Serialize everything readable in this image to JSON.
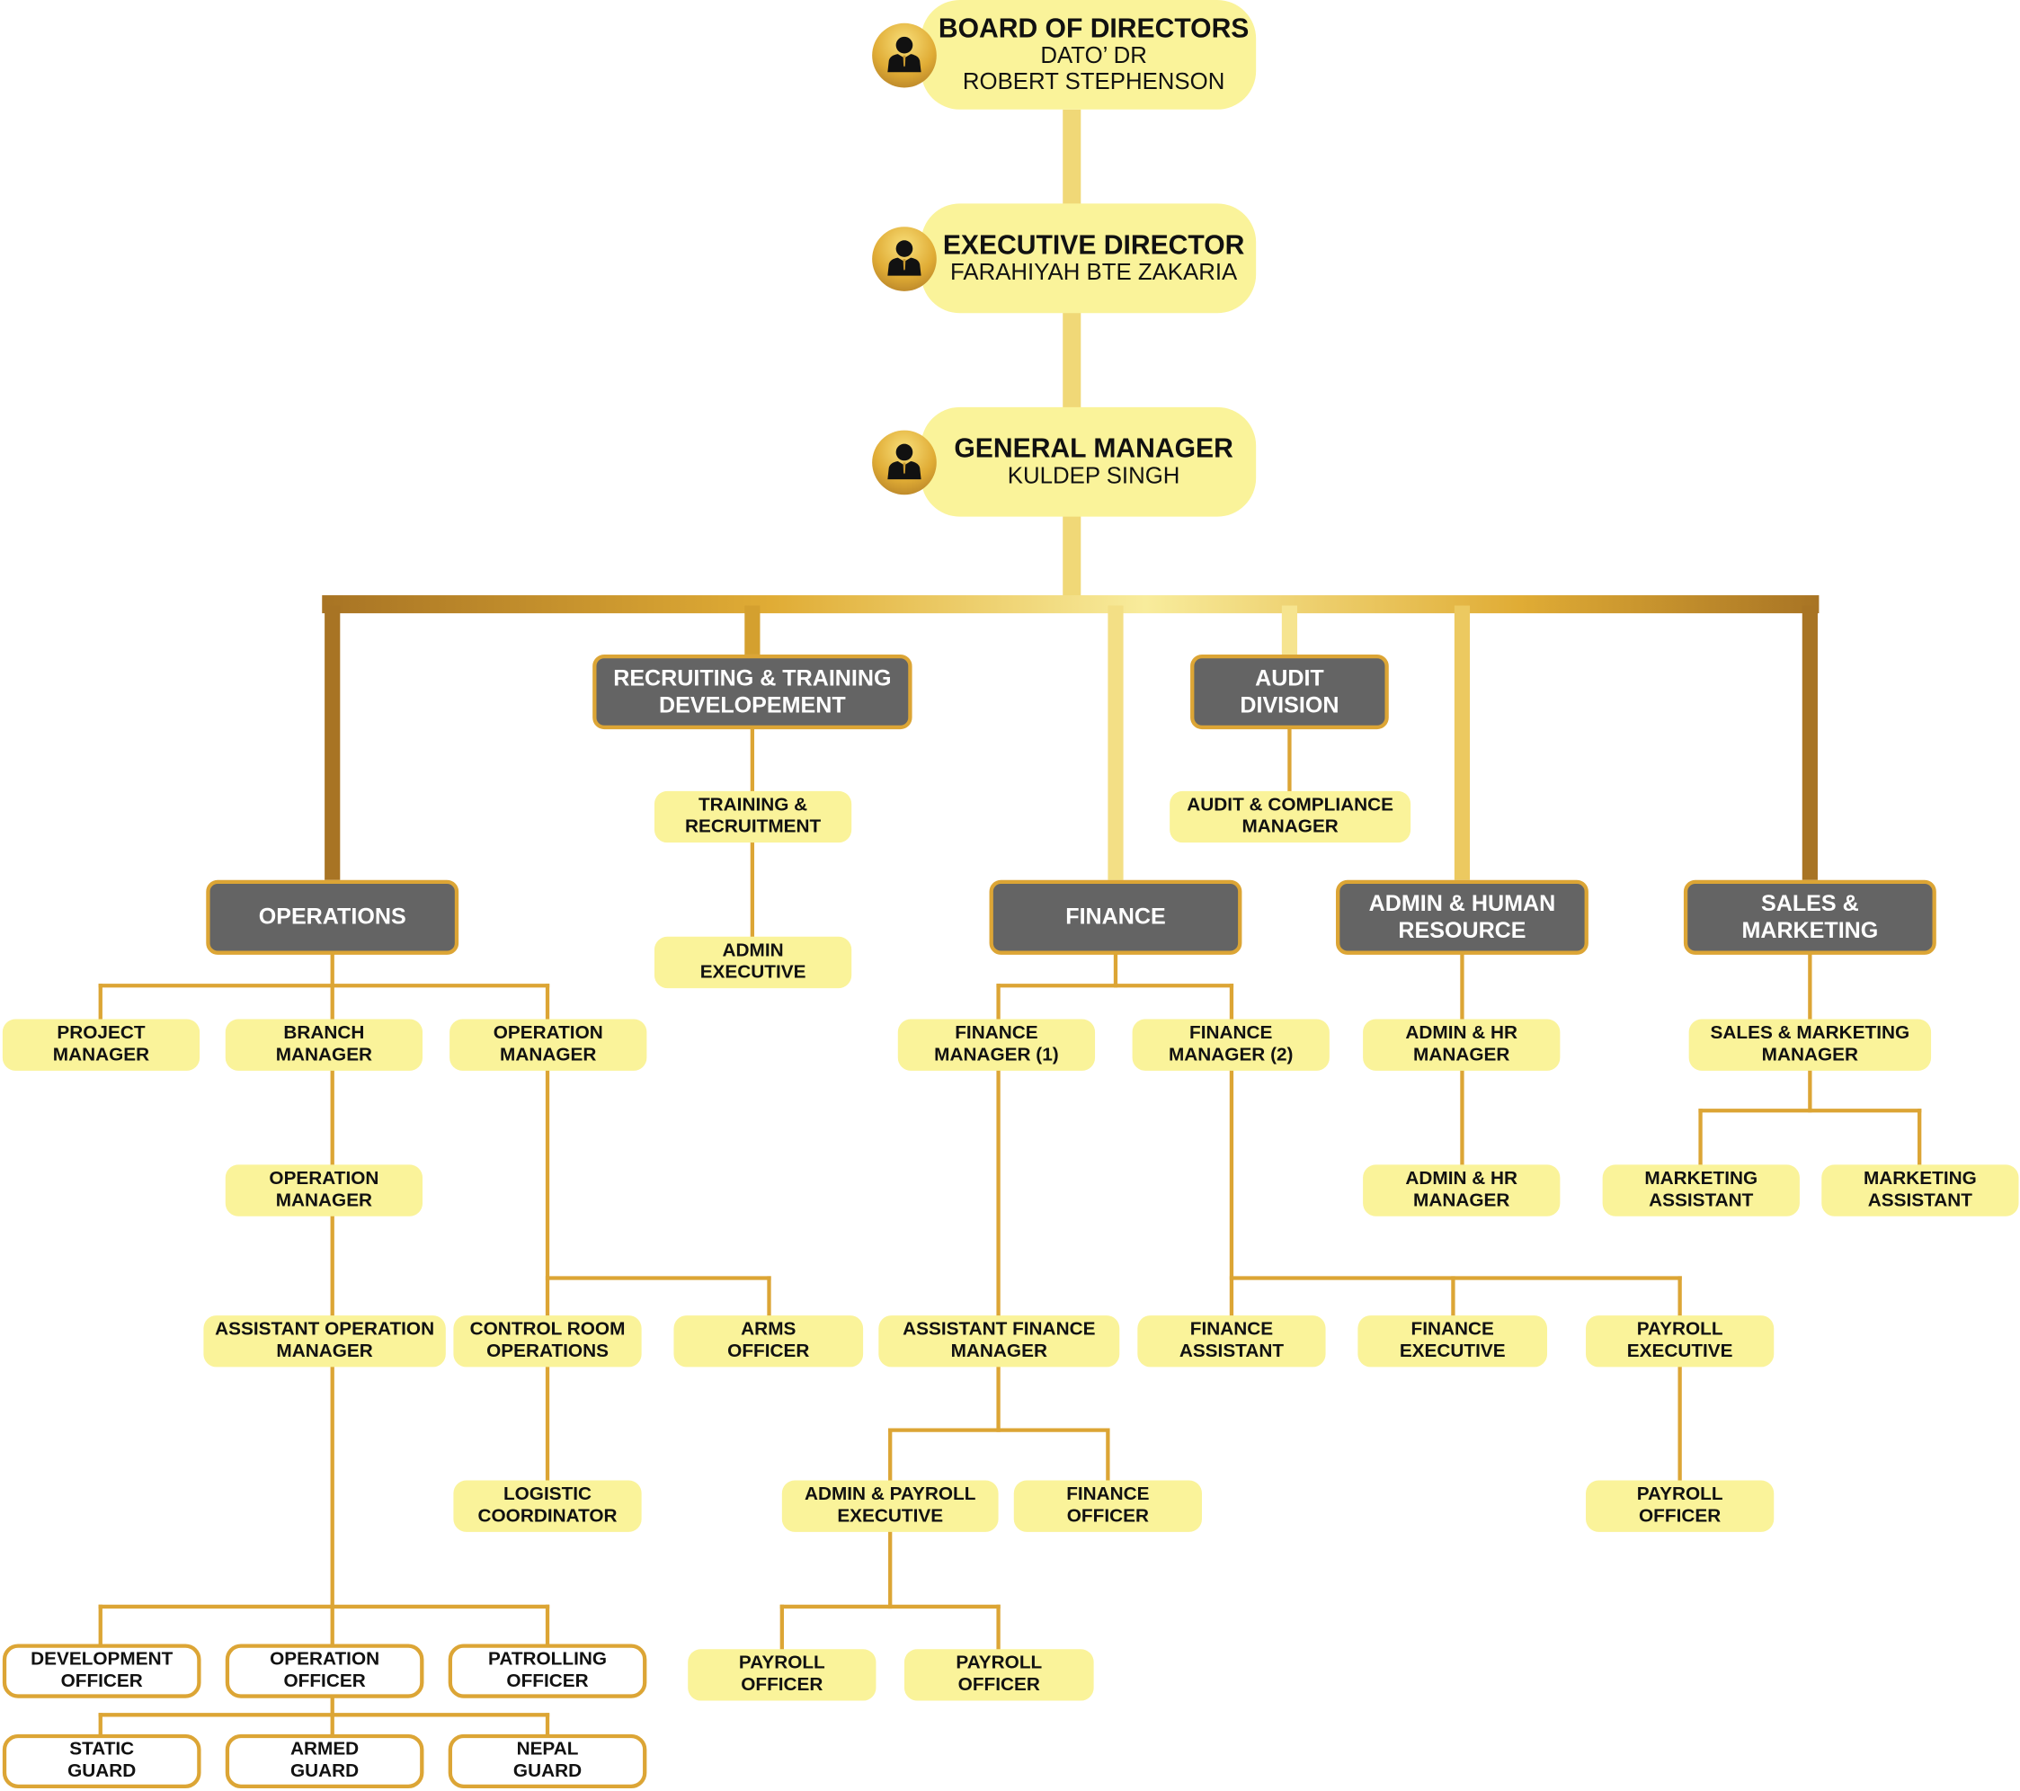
{
  "colors": {
    "pill": "#faf39a",
    "dept": "#646464",
    "gold": "#dca535",
    "bronze": "#a87424"
  },
  "nodes": {
    "board": {
      "lines": [
        "BOARD OF DIRECTORS",
        "DATO’ DR",
        "ROBERT STEPHENSON"
      ]
    },
    "exec": {
      "lines": [
        "EXECUTIVE DIRECTOR",
        "FARAHIYAH BTE ZAKARIA"
      ]
    },
    "gm": {
      "lines": [
        "GENERAL MANAGER",
        "KULDEP SINGH"
      ]
    },
    "operations": {
      "lines": [
        "OPERATIONS"
      ]
    },
    "recruiting": {
      "lines": [
        "RECRUITING & TRAINING",
        "DEVELOPEMENT"
      ]
    },
    "finance": {
      "lines": [
        "FINANCE"
      ]
    },
    "audit": {
      "lines": [
        "AUDIT",
        "DIVISION"
      ]
    },
    "adminhr": {
      "lines": [
        "ADMIN & HUMAN",
        "RESOURCE"
      ]
    },
    "sales": {
      "lines": [
        "SALES &",
        "MARKETING"
      ]
    },
    "training": {
      "lines": [
        "TRAINING &",
        "RECRUITMENT"
      ]
    },
    "adminexec": {
      "lines": [
        "ADMIN",
        "EXECUTIVE"
      ]
    },
    "auditmgr": {
      "lines": [
        "AUDIT & COMPLIANCE",
        "MANAGER"
      ]
    },
    "projectmgr": {
      "lines": [
        "PROJECT",
        "MANAGER"
      ]
    },
    "branchmgr": {
      "lines": [
        "BRANCH",
        "MANAGER"
      ]
    },
    "opmgr1": {
      "lines": [
        "OPERATION",
        "MANAGER"
      ]
    },
    "finmgr1": {
      "lines": [
        "FINANCE",
        "MANAGER (1)"
      ]
    },
    "finmgr2": {
      "lines": [
        "FINANCE",
        "MANAGER (2)"
      ]
    },
    "adminhrmgr1": {
      "lines": [
        "ADMIN & HR",
        "MANAGER"
      ]
    },
    "salesmgr": {
      "lines": [
        "SALES & MARKETING",
        "MANAGER"
      ]
    },
    "opmgr2": {
      "lines": [
        "OPERATION",
        "MANAGER"
      ]
    },
    "adminhrmgr2": {
      "lines": [
        "ADMIN & HR",
        "MANAGER"
      ]
    },
    "mktasst1": {
      "lines": [
        "MARKETING",
        "ASSISTANT"
      ]
    },
    "mktasst2": {
      "lines": [
        "MARKETING",
        "ASSISTANT"
      ]
    },
    "asstopmgr": {
      "lines": [
        "ASSISTANT OPERATION",
        "MANAGER"
      ]
    },
    "controlroom": {
      "lines": [
        "CONTROL ROOM",
        "OPERATIONS"
      ]
    },
    "arms": {
      "lines": [
        "ARMS",
        "OFFICER"
      ]
    },
    "asstfinmgr": {
      "lines": [
        "ASSISTANT FINANCE",
        "MANAGER"
      ]
    },
    "finasst": {
      "lines": [
        "FINANCE",
        "ASSISTANT"
      ]
    },
    "finexec": {
      "lines": [
        "FINANCE",
        "EXECUTIVE"
      ]
    },
    "payrollexec": {
      "lines": [
        "PAYROLL",
        "EXECUTIVE"
      ]
    },
    "logistic": {
      "lines": [
        "LOGISTIC",
        "COORDINATOR"
      ]
    },
    "adminpayroll": {
      "lines": [
        "ADMIN & PAYROLL",
        "EXECUTIVE"
      ]
    },
    "finofficer": {
      "lines": [
        "FINANCE",
        "OFFICER"
      ]
    },
    "payrollofficer1": {
      "lines": [
        "PAYROLL",
        "OFFICER"
      ]
    },
    "payrollofficer2": {
      "lines": [
        "PAYROLL",
        "OFFICER"
      ]
    },
    "payrollofficer3": {
      "lines": [
        "PAYROLL",
        "OFFICER"
      ]
    },
    "devofficer": {
      "lines": [
        "DEVELOPMENT",
        "OFFICER"
      ]
    },
    "opofficer": {
      "lines": [
        "OPERATION",
        "OFFICER"
      ]
    },
    "patrolofficer": {
      "lines": [
        "PATROLLING",
        "OFFICER"
      ]
    },
    "staticguard": {
      "lines": [
        "STATIC",
        "GUARD"
      ]
    },
    "armedguard": {
      "lines": [
        "ARMED",
        "GUARD"
      ]
    },
    "nepalguard": {
      "lines": [
        "NEPAL",
        "GUARD"
      ]
    }
  }
}
